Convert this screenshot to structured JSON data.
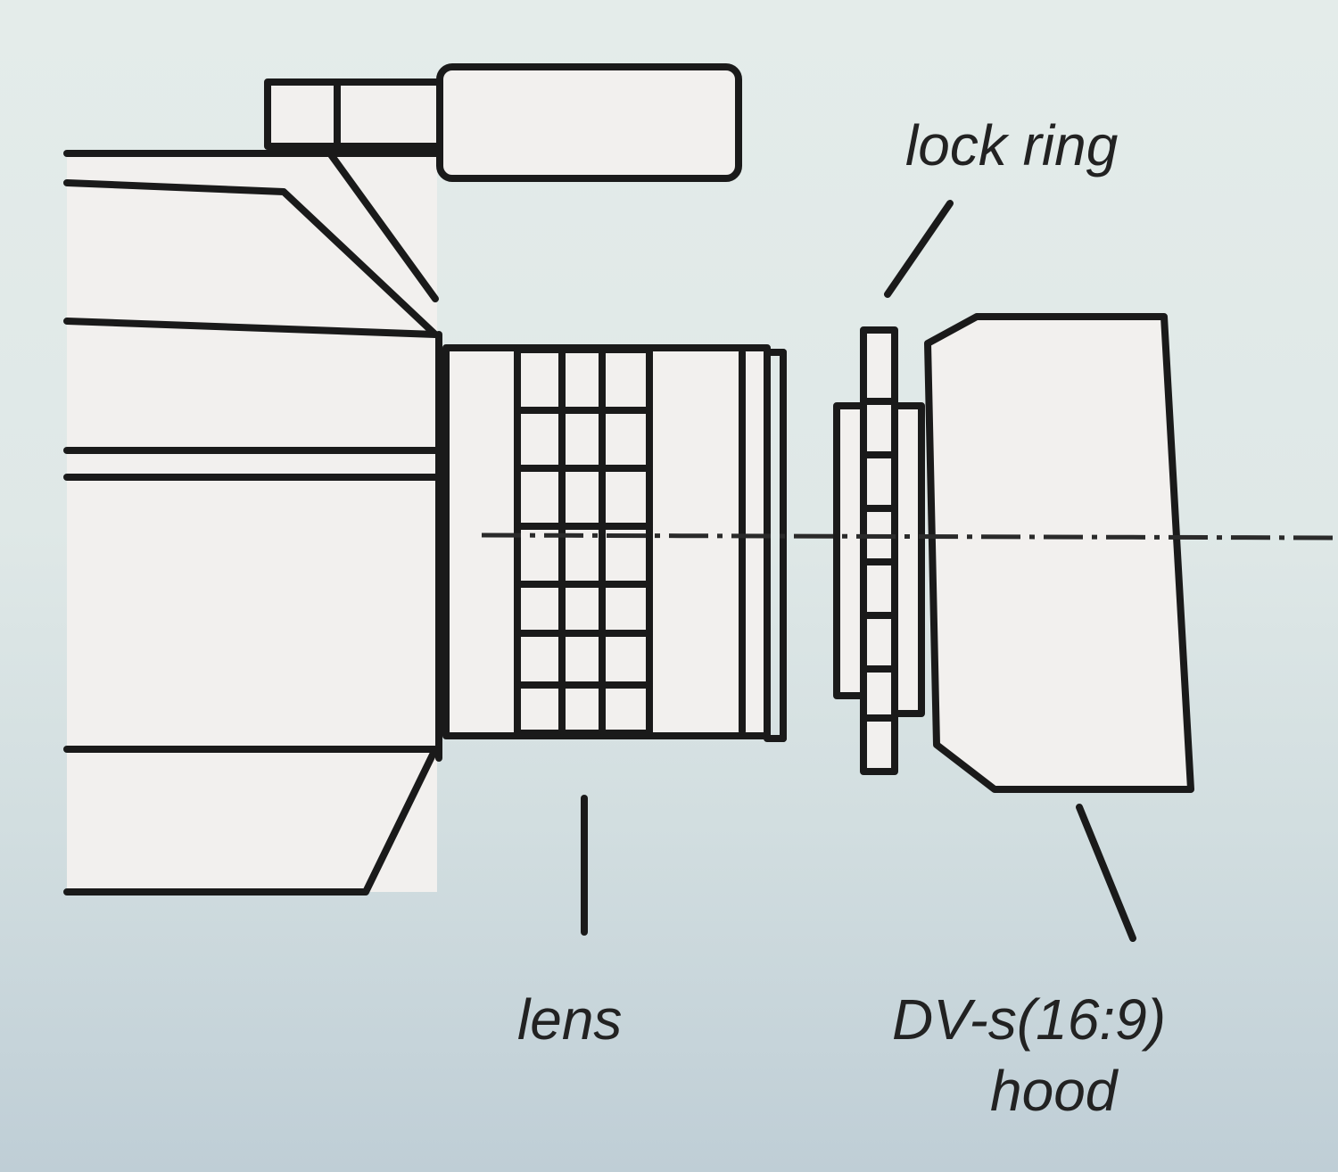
{
  "labels": {
    "lock_ring": "lock ring",
    "lens": "lens",
    "hood_line1": "DV-s(16:9)",
    "hood_line2": "hood"
  }
}
